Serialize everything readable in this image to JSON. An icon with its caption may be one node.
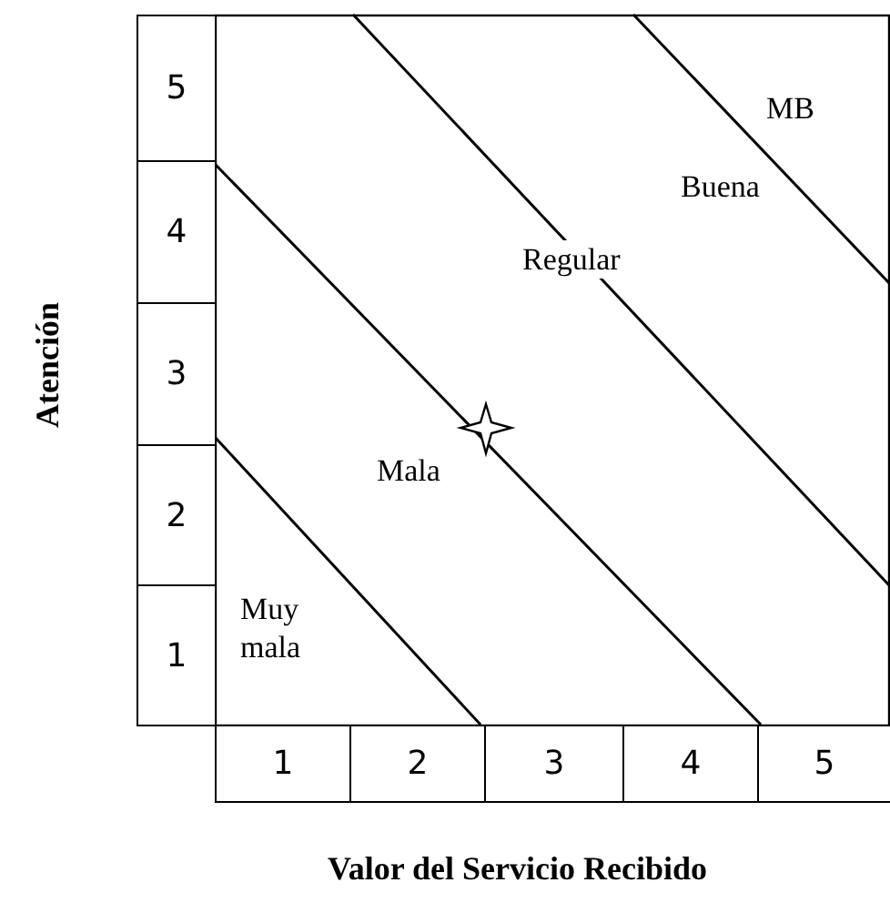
{
  "diagram": {
    "labels": [
      "5",
      "4",
      "3",
      "2",
      "1",
      "1",
      "2",
      "3",
      "4",
      "5",
      "MB",
      "Buena",
      "Regular",
      "Mala",
      "Muy mala",
      "Atención",
      "Valor del Servicio Recibido"
    ]
  }
}
